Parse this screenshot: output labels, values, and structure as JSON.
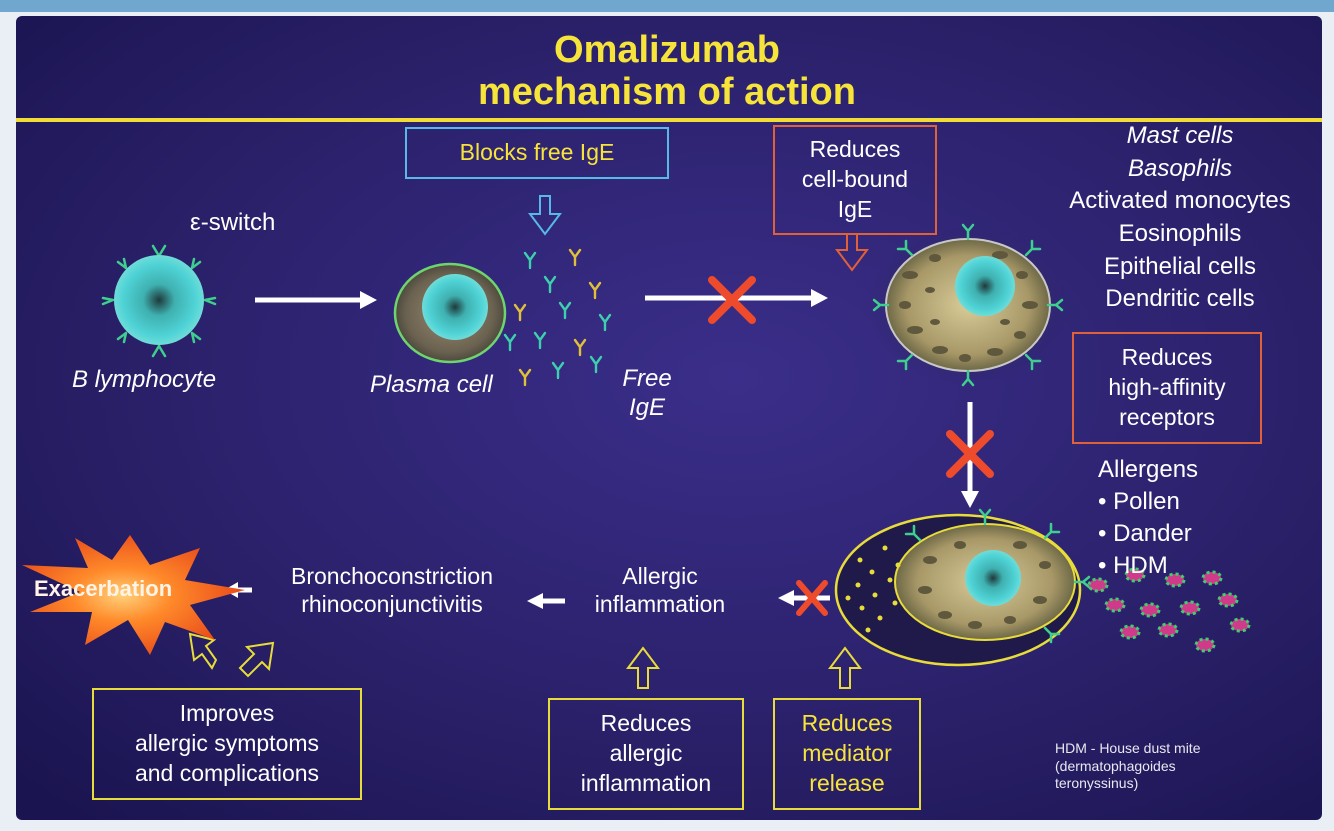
{
  "title": {
    "line1": "Omalizumab",
    "line2": "mechanism of action"
  },
  "labels": {
    "e_switch": "ε-switch",
    "b_lymphocyte": "B lymphocyte",
    "plasma_cell": "Plasma cell",
    "free_ige_1": "Free",
    "free_ige_2": "IgE",
    "allergic_inflammation_1": "Allergic",
    "allergic_inflammation_2": "inflammation",
    "bronchoconstriction": "Bronchoconstriction",
    "rhinoconjunctivitis": "rhinoconjunctivitis",
    "exacerbation": "Exacerbation"
  },
  "cell_types": [
    "Mast cells",
    "Basophils",
    "Activated monocytes",
    "Eosinophils",
    "Epithelial cells",
    "Dendritic cells"
  ],
  "allergens": {
    "heading": "Allergens",
    "items": [
      "• Pollen",
      "• Dander",
      "• HDM"
    ]
  },
  "boxes": {
    "blocks_free_ige": [
      "Blocks free IgE"
    ],
    "reduces_cell_bound": [
      "Reduces",
      "cell-bound",
      "IgE"
    ],
    "reduces_receptors": [
      "Reduces",
      "high-affinity",
      "receptors"
    ],
    "improves_symptoms": [
      "Improves",
      "allergic symptoms",
      "and complications"
    ],
    "reduces_inflammation": [
      "Reduces",
      "allergic",
      "inflammation"
    ],
    "reduces_mediator": [
      "Reduces",
      "mediator",
      "release"
    ]
  },
  "footnote": [
    "HDM - House dust mite",
    "(dermatophagoides",
    "teronyssinus)"
  ],
  "colors": {
    "background": "#2a2069",
    "title_yellow": "#f7e43a",
    "inhibit_x": "#ee4a2c",
    "box_blue": "#58b9e8",
    "box_orange": "#e0603a",
    "box_yellow": "#e8dc3a"
  }
}
